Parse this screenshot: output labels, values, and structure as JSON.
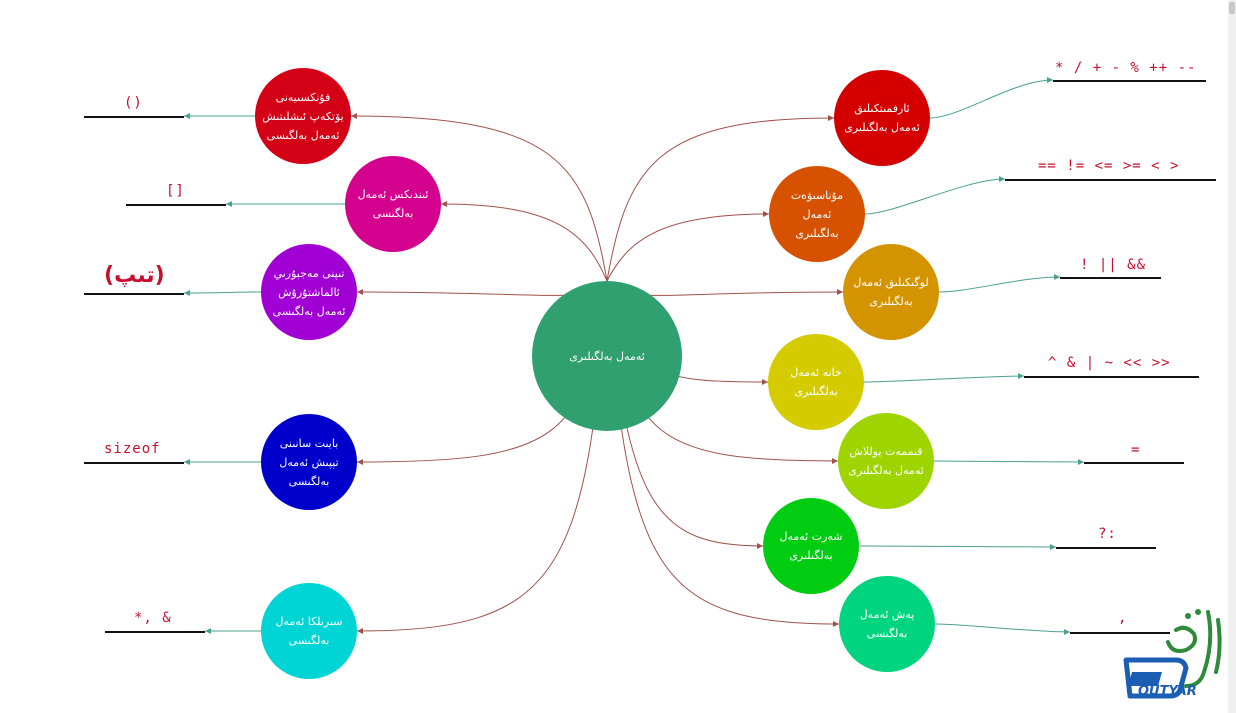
{
  "center": {
    "label": "ئەمەل بەلگىلىرى",
    "color": "#30a070"
  },
  "nodes": [
    {
      "id": "arith",
      "lines": [
        "ئارفمىتكىلىق",
        "ئەمەل بەلگىلىرى"
      ],
      "color": "#d40000",
      "op": "* / + - % ++ --"
    },
    {
      "id": "relational",
      "lines": [
        "مۇناسىۋەت ئەمەل",
        "بەلگىلىرى"
      ],
      "color": "#d65200",
      "op": "== != <= >= < >"
    },
    {
      "id": "logical",
      "lines": [
        "لوگىكىلىق ئەمەل",
        "بەلگىلىرى"
      ],
      "color": "#d49400",
      "op": "! || &&"
    },
    {
      "id": "bitwise",
      "lines": [
        "خانە ئەمەل",
        "بەلگىلىرى"
      ],
      "color": "#d4cc00",
      "op": "^ & | ~ << >>"
    },
    {
      "id": "assign",
      "lines": [
        "قىممەت يوللاش",
        "ئەمەل بەلگىلىرى"
      ],
      "color": "#9ed400",
      "op": "="
    },
    {
      "id": "conditional",
      "lines": [
        "شەرت ئەمەل",
        "بەلگىلىرى"
      ],
      "color": "#00cc11",
      "op": "?:"
    },
    {
      "id": "comma",
      "lines": [
        "پەش ئەمەل",
        "بەلگىسى"
      ],
      "color": "#00d47e",
      "op": ","
    },
    {
      "id": "func",
      "lines": [
        "فۇنكسىيەنى",
        "يۆتكەپ ئىشلىتىش",
        "ئەمەل بەلگىسى"
      ],
      "color": "#d40016",
      "op": "()"
    },
    {
      "id": "index",
      "lines": [
        "ئىندىكس ئەمەل",
        "بەلگىسى"
      ],
      "color": "#d4008e",
      "op": "[]"
    },
    {
      "id": "cast",
      "lines": [
        "تىپنى مەجبۇرىي",
        "ئالماشتۇرۇش",
        "ئەمەل بەلگىسى"
      ],
      "color": "#a000d4",
      "op": "(تىپ)"
    },
    {
      "id": "sizeof",
      "lines": [
        "بايىت سانىنى",
        "تېپىش ئەمەل",
        "بەلگىسى"
      ],
      "color": "#0000cc",
      "op": "sizeof"
    },
    {
      "id": "pointer",
      "lines": [
        "سىرىلكا ئەمەل",
        "بەلگىسى"
      ],
      "color": "#00d4d4",
      "op": "*, &"
    }
  ],
  "logo": {
    "text": "QUTYAR"
  }
}
